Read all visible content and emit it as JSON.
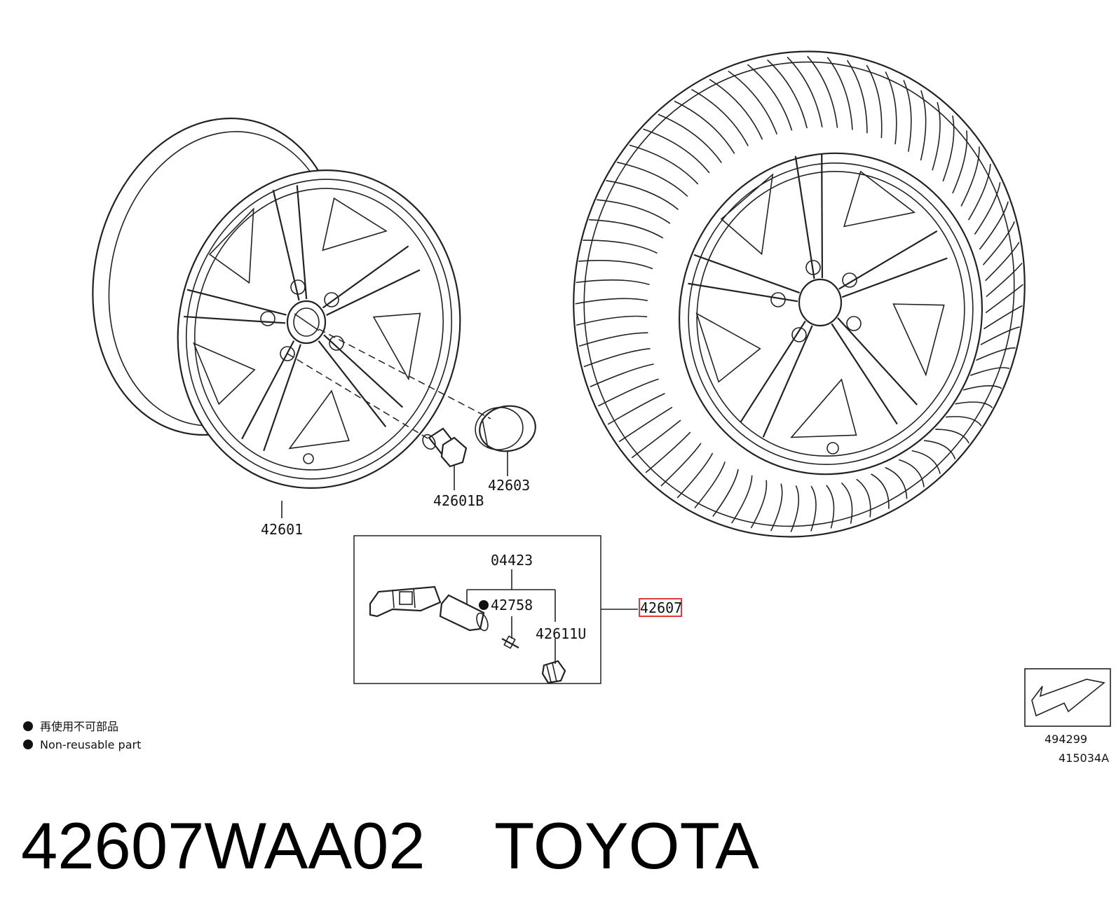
{
  "callouts": {
    "wheel": "42601",
    "bolt": "42601B",
    "center_cap": "42603",
    "sensor_kit": "04423",
    "valve": "42758",
    "valve_cap": "42611U",
    "assembly_highlight": "42607"
  },
  "legend": {
    "jp_text": "再使用不可部品",
    "en_text": "Non-reusable part"
  },
  "arrow_box": {
    "code": "494299"
  },
  "figure_ref": "415034A",
  "title": {
    "part_number": "42607WAA02",
    "brand": "TOYOTA"
  },
  "colors": {
    "line": "#222222",
    "highlight": "#e23a3a"
  },
  "icons": {
    "bullet": "filled-circle",
    "orientation": "arrow-box"
  }
}
